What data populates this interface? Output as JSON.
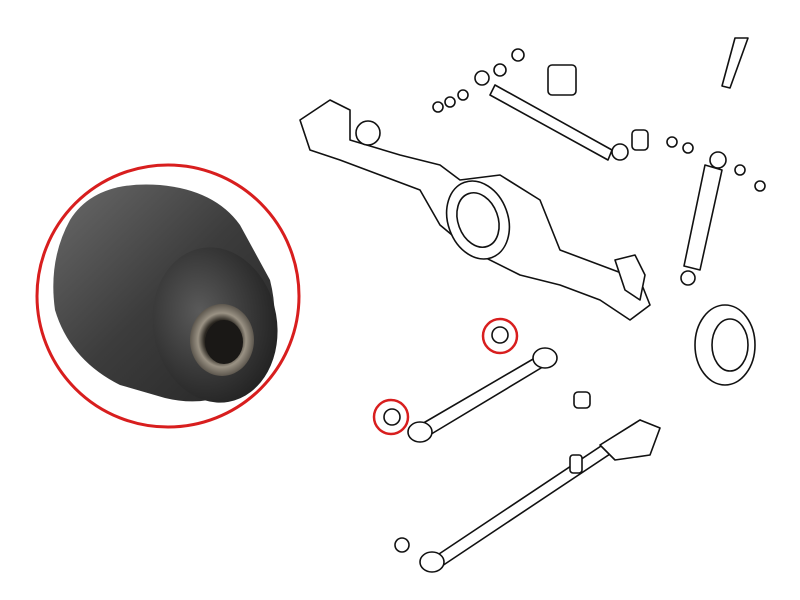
{
  "colors": {
    "highlight_ring": "#d81e1e",
    "bushing_rubber": "#3a3a3a",
    "bushing_sleeve": "#8a8478",
    "line_art": "#111111",
    "background": "#ffffff"
  },
  "highlights": [
    {
      "part": "bushing-photo"
    },
    {
      "part": "upper-arm-bushing"
    },
    {
      "part": "lower-arm-bushing"
    }
  ]
}
